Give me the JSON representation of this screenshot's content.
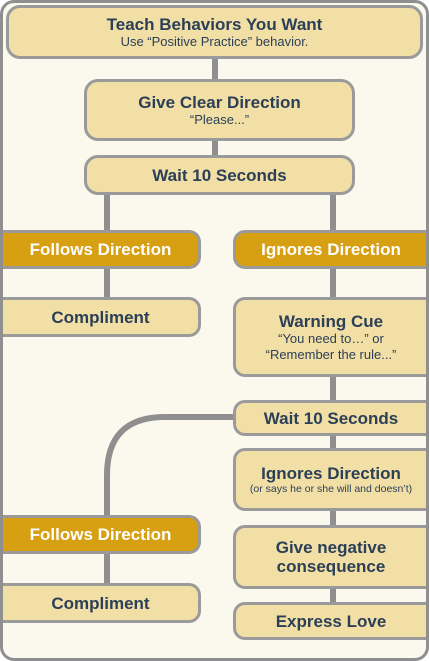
{
  "teach": {
    "title": "Teach Behaviors You Want",
    "subtitle": "Use “Positive Practice” behavior."
  },
  "clear_direction": {
    "title": "Give Clear Direction",
    "subtitle": "“Please...”"
  },
  "wait_first": {
    "title": "Wait 10 Seconds"
  },
  "follows_first": {
    "title": "Follows Direction"
  },
  "ignores_first": {
    "title": "Ignores Direction"
  },
  "compliment_first": {
    "title": "Compliment"
  },
  "warning_cue": {
    "title": "Warning Cue",
    "line1": "“You need to…” or",
    "line2": "“Remember the rule...”"
  },
  "wait_second": {
    "title": "Wait 10 Seconds"
  },
  "ignores_second": {
    "title": "Ignores Direction",
    "subtitle": "(or says he or she will and doesn’t)"
  },
  "follows_second": {
    "title": "Follows Direction"
  },
  "negative_consequence": {
    "title_line1": "Give negative",
    "title_line2": "consequence"
  },
  "compliment_second": {
    "title": "Compliment"
  },
  "express_love": {
    "title": "Express Love"
  },
  "colors": {
    "panel_background": "#fbf8ee",
    "box_fill": "#f2dfa6",
    "tab_fill": "#d79f12",
    "border": "#9a9a9a",
    "text": "#2b3f57"
  }
}
